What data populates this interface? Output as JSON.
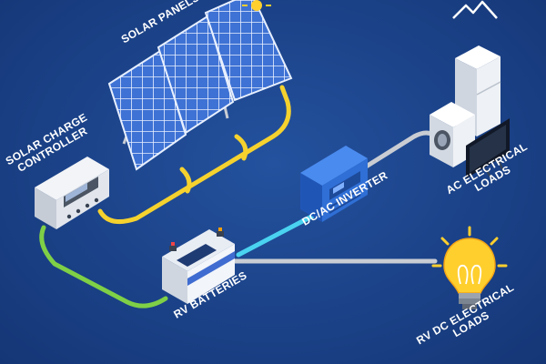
{
  "labels": {
    "solar_panels": "SOLAR PANELS",
    "charge_controller": [
      "SOLAR CHARGE",
      "CONTROLLER"
    ],
    "inverter": "DC/AC INVERTER",
    "ac_loads": [
      "AC ELECTRICAL",
      "LOADS"
    ],
    "batteries": "RV BATTERIES",
    "dc_loads": [
      "RV DC ELECTRICAL",
      "LOADS"
    ]
  },
  "colors": {
    "background": "#1b4288",
    "panel_cable": "#f5d22e",
    "battery_cable": "#7fd046",
    "inverter_cable": "#4ad3f0",
    "ac_cable": "#c9cdd3",
    "dc_cable": "#c9cdd3",
    "panel_cell": "#3b6fd0",
    "inverter_body": "#2f6fd6",
    "bulb": "#ffcf2e"
  },
  "icons": {
    "logo": "mountain-logo-icon",
    "panels": "solar-panel-icon",
    "controller": "charge-controller-icon",
    "inverter": "inverter-icon",
    "fridge": "refrigerator-icon",
    "washer": "washing-machine-icon",
    "tv": "television-icon",
    "battery": "battery-icon",
    "bulb": "light-bulb-icon"
  }
}
